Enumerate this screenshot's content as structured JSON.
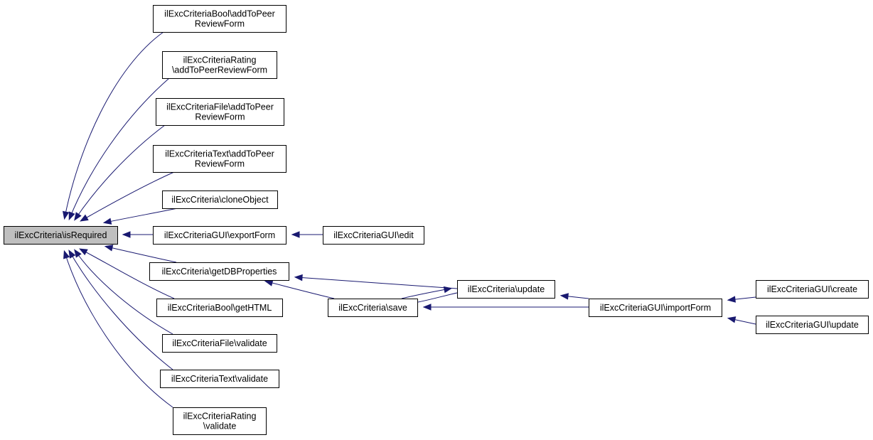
{
  "colors": {
    "edge": "#191970",
    "node_border": "#000000",
    "current_node_fill": "#bfbfbf",
    "node_fill": "#ffffff"
  },
  "nodes": [
    {
      "id": "isRequired",
      "lines": [
        "ilExcCriteria\\isRequired"
      ],
      "current": true
    },
    {
      "id": "boolAdd",
      "lines": [
        "ilExcCriteriaBool\\addToPeer",
        "ReviewForm"
      ]
    },
    {
      "id": "ratingAdd",
      "lines": [
        "ilExcCriteriaRating",
        "\\addToPeerReviewForm"
      ]
    },
    {
      "id": "fileAdd",
      "lines": [
        "ilExcCriteriaFile\\addToPeer",
        "ReviewForm"
      ]
    },
    {
      "id": "textAdd",
      "lines": [
        "ilExcCriteriaText\\addToPeer",
        "ReviewForm"
      ]
    },
    {
      "id": "cloneObject",
      "lines": [
        "ilExcCriteria\\cloneObject"
      ]
    },
    {
      "id": "exportForm",
      "lines": [
        "ilExcCriteriaGUI\\exportForm"
      ]
    },
    {
      "id": "getDBProps",
      "lines": [
        "ilExcCriteria\\getDBProperties"
      ]
    },
    {
      "id": "boolGetHTML",
      "lines": [
        "ilExcCriteriaBool\\getHTML"
      ]
    },
    {
      "id": "fileValidate",
      "lines": [
        "ilExcCriteriaFile\\validate"
      ]
    },
    {
      "id": "textValidate",
      "lines": [
        "ilExcCriteriaText\\validate"
      ]
    },
    {
      "id": "ratingValidate",
      "lines": [
        "ilExcCriteriaRating",
        "\\validate"
      ]
    },
    {
      "id": "guiEdit",
      "lines": [
        "ilExcCriteriaGUI\\edit"
      ]
    },
    {
      "id": "save",
      "lines": [
        "ilExcCriteria\\save"
      ]
    },
    {
      "id": "update",
      "lines": [
        "ilExcCriteria\\update"
      ]
    },
    {
      "id": "importForm",
      "lines": [
        "ilExcCriteriaGUI\\importForm"
      ]
    },
    {
      "id": "guiCreate",
      "lines": [
        "ilExcCriteriaGUI\\create"
      ]
    },
    {
      "id": "guiUpdate",
      "lines": [
        "ilExcCriteriaGUI\\update"
      ]
    }
  ],
  "edges": [
    {
      "from": "boolAdd",
      "to": "isRequired"
    },
    {
      "from": "ratingAdd",
      "to": "isRequired"
    },
    {
      "from": "fileAdd",
      "to": "isRequired"
    },
    {
      "from": "textAdd",
      "to": "isRequired"
    },
    {
      "from": "cloneObject",
      "to": "isRequired"
    },
    {
      "from": "exportForm",
      "to": "isRequired"
    },
    {
      "from": "getDBProps",
      "to": "isRequired"
    },
    {
      "from": "boolGetHTML",
      "to": "isRequired"
    },
    {
      "from": "fileValidate",
      "to": "isRequired"
    },
    {
      "from": "textValidate",
      "to": "isRequired"
    },
    {
      "from": "ratingValidate",
      "to": "isRequired"
    },
    {
      "from": "guiEdit",
      "to": "exportForm"
    },
    {
      "from": "update",
      "to": "getDBProps"
    },
    {
      "from": "save",
      "to": "getDBProps"
    },
    {
      "from": "update",
      "to": "save"
    },
    {
      "from": "importForm",
      "to": "save"
    },
    {
      "from": "save",
      "to": "update"
    },
    {
      "from": "importForm",
      "to": "update"
    },
    {
      "from": "guiCreate",
      "to": "importForm"
    },
    {
      "from": "guiUpdate",
      "to": "importForm"
    }
  ]
}
